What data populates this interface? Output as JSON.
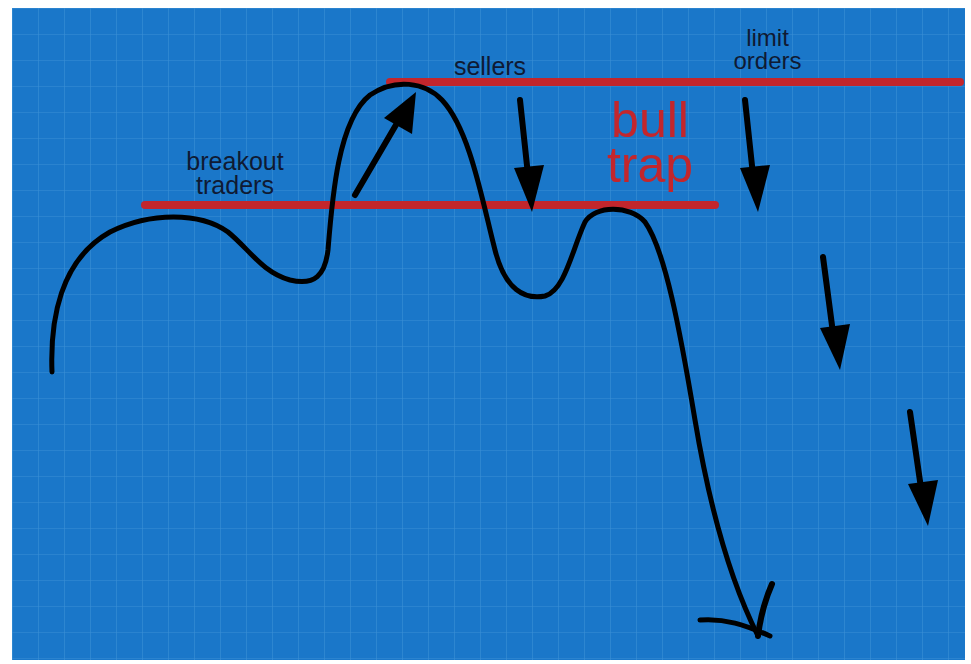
{
  "diagram": {
    "labels": [
      "breakout traders",
      "sellers",
      "limit orders",
      "bull trap"
    ]
  }
}
